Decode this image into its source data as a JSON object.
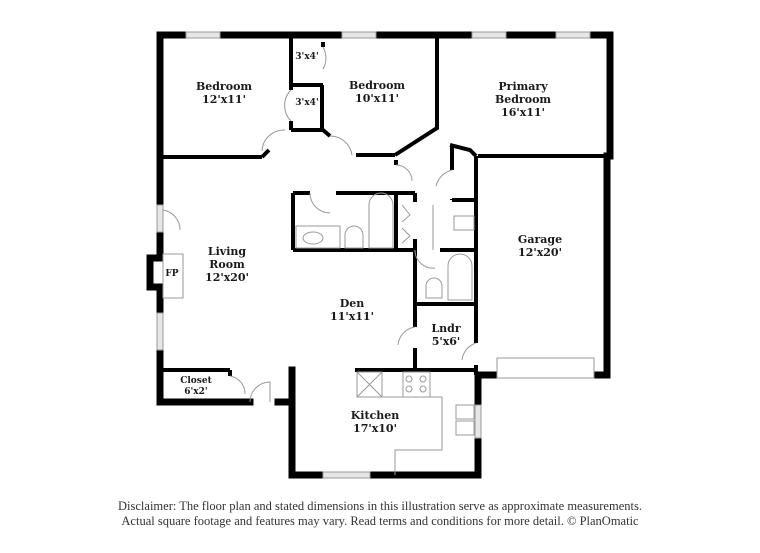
{
  "rooms": [
    {
      "id": "bedroom-1",
      "name": "Bedroom",
      "dims": "12'x11'"
    },
    {
      "id": "closet-upper",
      "name": "",
      "dims": "3'x4'"
    },
    {
      "id": "closet-lower",
      "name": "",
      "dims": "3'x4'"
    },
    {
      "id": "bedroom-2",
      "name": "Bedroom",
      "dims": "10'x11'"
    },
    {
      "id": "primary-bedroom",
      "name_line1": "Primary",
      "name_line2": "Bedroom",
      "dims": "16'x11'"
    },
    {
      "id": "living-room",
      "name_line1": "Living",
      "name_line2": "Room",
      "dims": "12'x20'"
    },
    {
      "id": "fireplace",
      "name": "FP"
    },
    {
      "id": "den",
      "name": "Den",
      "dims": "11'x11'"
    },
    {
      "id": "laundry",
      "name": "Lndr",
      "dims": "5'x6'"
    },
    {
      "id": "garage",
      "name": "Garage",
      "dims": "12'x20'"
    },
    {
      "id": "kitchen",
      "name": "Kitchen",
      "dims": "17'x10'"
    },
    {
      "id": "closet-front",
      "name": "Closet",
      "dims": "6'x2'"
    }
  ],
  "colors": {
    "wall": "#000000",
    "fixture": "#999999",
    "window_fill": "#e6e6e6"
  },
  "disclaimer": {
    "line1": "Disclaimer: The floor plan and stated dimensions in this illustration serve as approximate measurements.",
    "line2": "Actual square footage and features may vary. Read terms and conditions for more detail. © PlanOmatic"
  }
}
